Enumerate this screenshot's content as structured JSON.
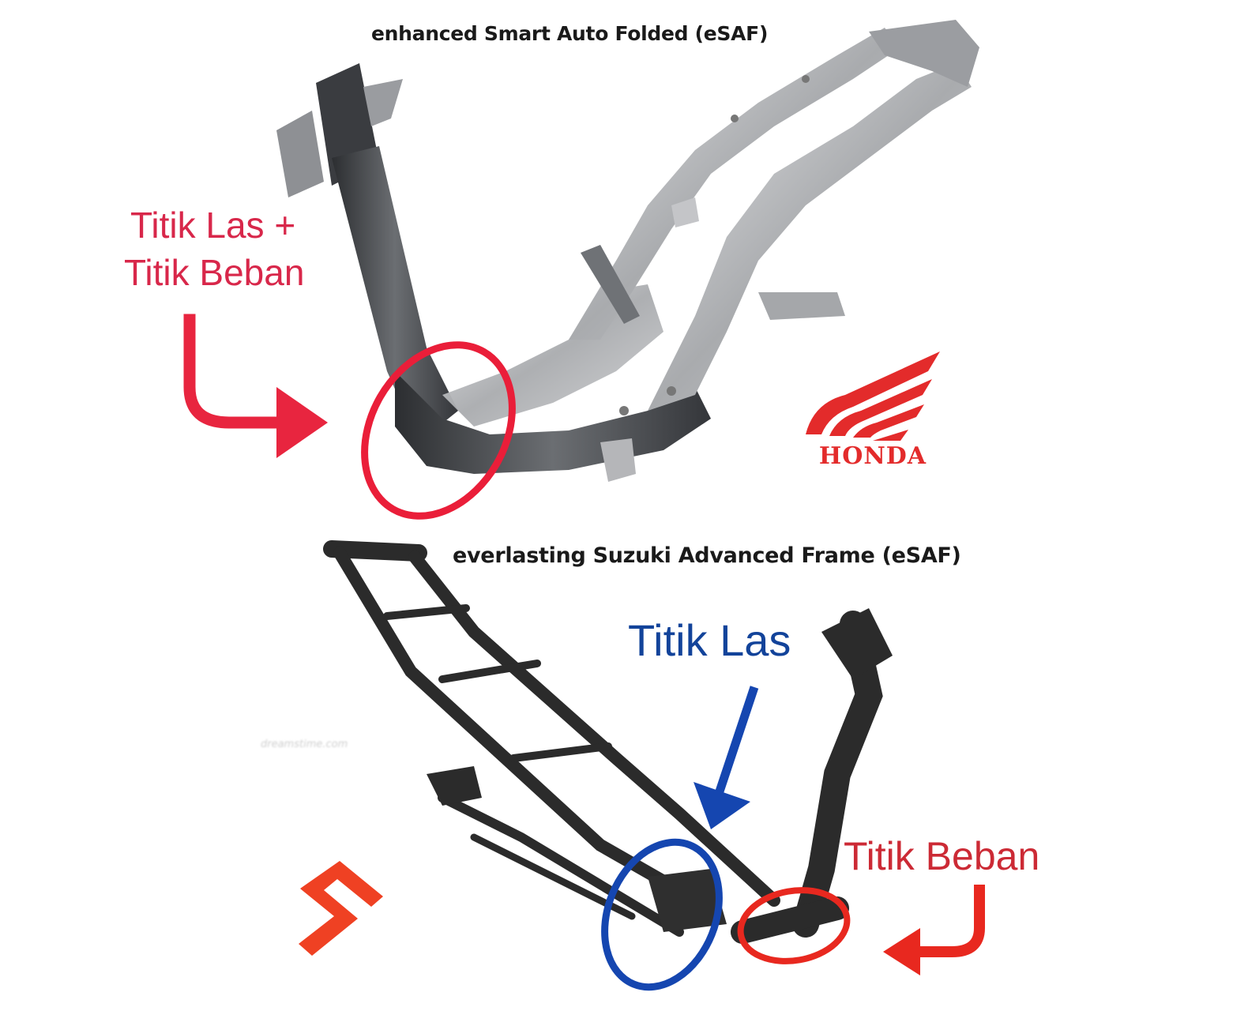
{
  "colors": {
    "honda_red": "#e32b2b",
    "annotation_pink_red": "#d8274a",
    "annotation_red": "#e0262b",
    "annotation_blue": "#1546b0",
    "label_blue": "#12439a",
    "suzuki_red": "#ef4123",
    "honda_frame_silver": "#b9bbbe",
    "honda_frame_dark": "#3b3d41",
    "suzuki_frame_black": "#2b2b2b"
  },
  "honda_section": {
    "title": "enhanced Smart Auto Folded (eSAF)",
    "annotation": {
      "line1": "Titik Las +",
      "line2": "Titik Beban"
    },
    "logo": {
      "icon": "honda-wing-icon",
      "text": "HONDA"
    }
  },
  "suzuki_section": {
    "title": "everlasting Suzuki Advanced Frame (eSAF)",
    "weld_label": "Titik Las",
    "load_label": "Titik Beban",
    "watermark": "dreamstime.com",
    "logo": {
      "icon": "suzuki-s-icon"
    }
  }
}
